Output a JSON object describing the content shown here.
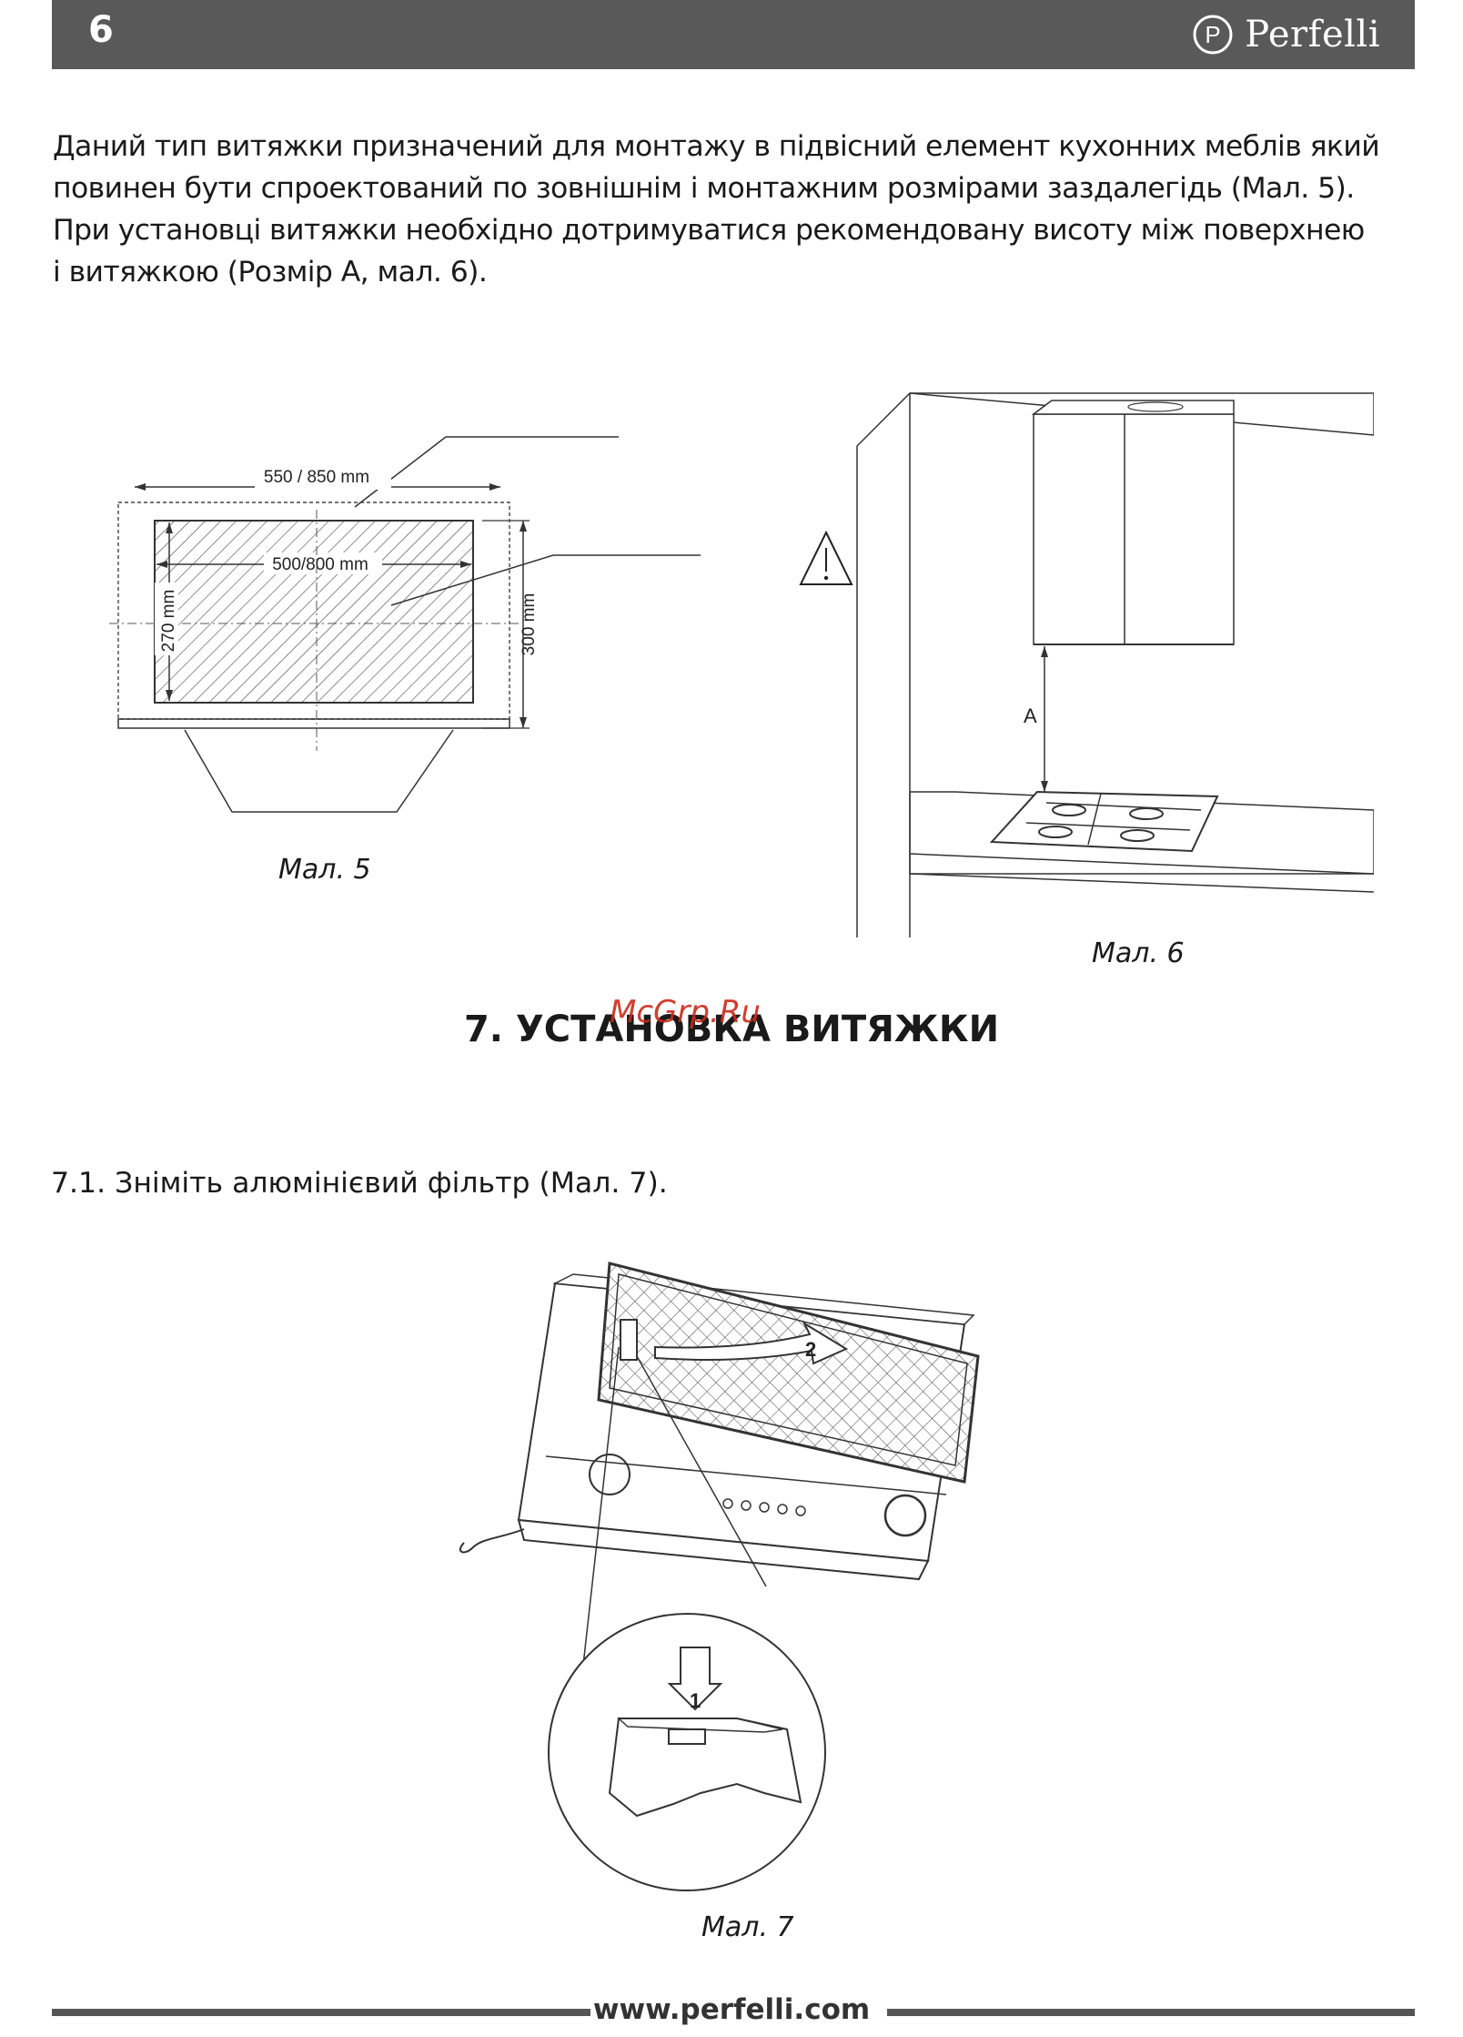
{
  "header": {
    "page_number": "6",
    "brand": "Perfelli",
    "brand_icon": "perfelli-logo-icon"
  },
  "intro": {
    "line1": "Даний тип витяжки призначений для монтажу в підвісний елемент кухонних меблів який",
    "line2": "повинен бути спроектований по зовнішнім і монтажним розмірами заздалегідь (Мал. 5).",
    "line3": "При установці витяжки необхідно дотримуватися рекомендовану висоту між поверхнею",
    "line4": "і витяжкою (Розмір А, мал. 6)."
  },
  "fig5": {
    "dim_outer_width": "550 / 850 mm",
    "dim_inner_width": "500/800 mm",
    "dim_inner_height": "270 mm",
    "dim_outer_height": "300 mm",
    "caption": "Мал. 5"
  },
  "fig6": {
    "dim_label": "A",
    "warning_icon": "warning-triangle-icon",
    "caption": "Мал. 6"
  },
  "section": {
    "title": "7. УСТАНОВКА ВИТЯЖКИ",
    "watermark": "McGrp.Ru"
  },
  "step": {
    "text": "7.1. Зніміть алюмінієвий фільтр (Мал. 7)."
  },
  "fig7": {
    "label_1": "1",
    "label_2": "2",
    "caption": "Мал. 7"
  },
  "footer": {
    "url": "www.perfelli.com"
  }
}
